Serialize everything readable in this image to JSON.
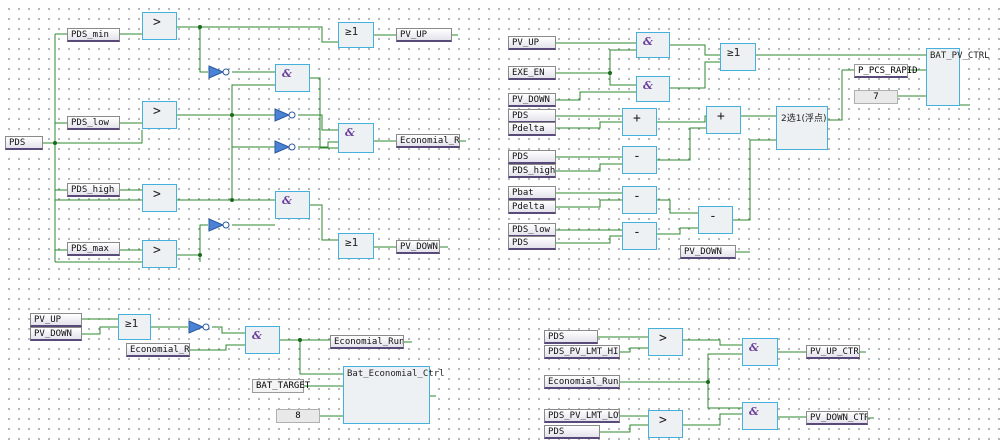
{
  "colors": {
    "wire": "#2c8a2c",
    "block_border": "#45b0dc",
    "not_gate": "#4a82d6",
    "label_underline": "#5a4a7a"
  },
  "icons": {
    "and_gate": "and-symbol",
    "or_gate": "or-symbol",
    "not_gate": "triangle-inverter",
    "compare_gate": "greater-than-symbol"
  },
  "d1": {
    "in_pds": "PDS",
    "pds_min": "PDS_min",
    "pds_low": "PDS_low",
    "pds_high": "PDS_high",
    "pds_max": "PDS_max",
    "gt": ">",
    "or": "≥1",
    "and": "&",
    "out_up": "PV_UP",
    "out_econ": "Economial_Run",
    "out_down": "PV_DOWN"
  },
  "d2": {
    "pv_up": "PV_UP",
    "exe_en": "EXE_EN",
    "pv_down": "PV_DOWN",
    "pds_a": "PDS",
    "pdelta_a": "Pdelta",
    "pds_b": "PDS",
    "pds_high": "PDS_high",
    "pbat": "Pbat",
    "pdelta_b": "Pdelta",
    "pds_low": "PDS_low",
    "pds_c": "PDS",
    "plus": "+",
    "minus": "-",
    "and": "&",
    "or": "≥1",
    "select": "2选1(浮点)",
    "ctrl_title": "BAT_PV_CTRL",
    "pin_rapid": "P_PCS_RAPID",
    "const_7": "7",
    "pv_down_out": "PV_DOWN"
  },
  "d3": {
    "pv_up": "PV_UP",
    "pv_down": "PV_DOWN",
    "or": "≥1",
    "and": "&",
    "econ_run": "Economial_Run",
    "econ_en": "Economial_Run_EN",
    "ctrl_title": "Bat_Economial_Ctrl",
    "bat_target": "BAT_TARGET",
    "const_8": "8"
  },
  "d4": {
    "pds_a": "PDS",
    "lmt_high": "PDS_PV_LMT_HIGH",
    "econ_en": "Economial_Run_EN",
    "lmt_low": "PDS_PV_LMT_LOW",
    "pds_b": "PDS",
    "gt": ">",
    "and": "&",
    "up_ctrl": "PV_UP_CTRL",
    "down_ctrl": "PV_DOWN_CTRL"
  }
}
